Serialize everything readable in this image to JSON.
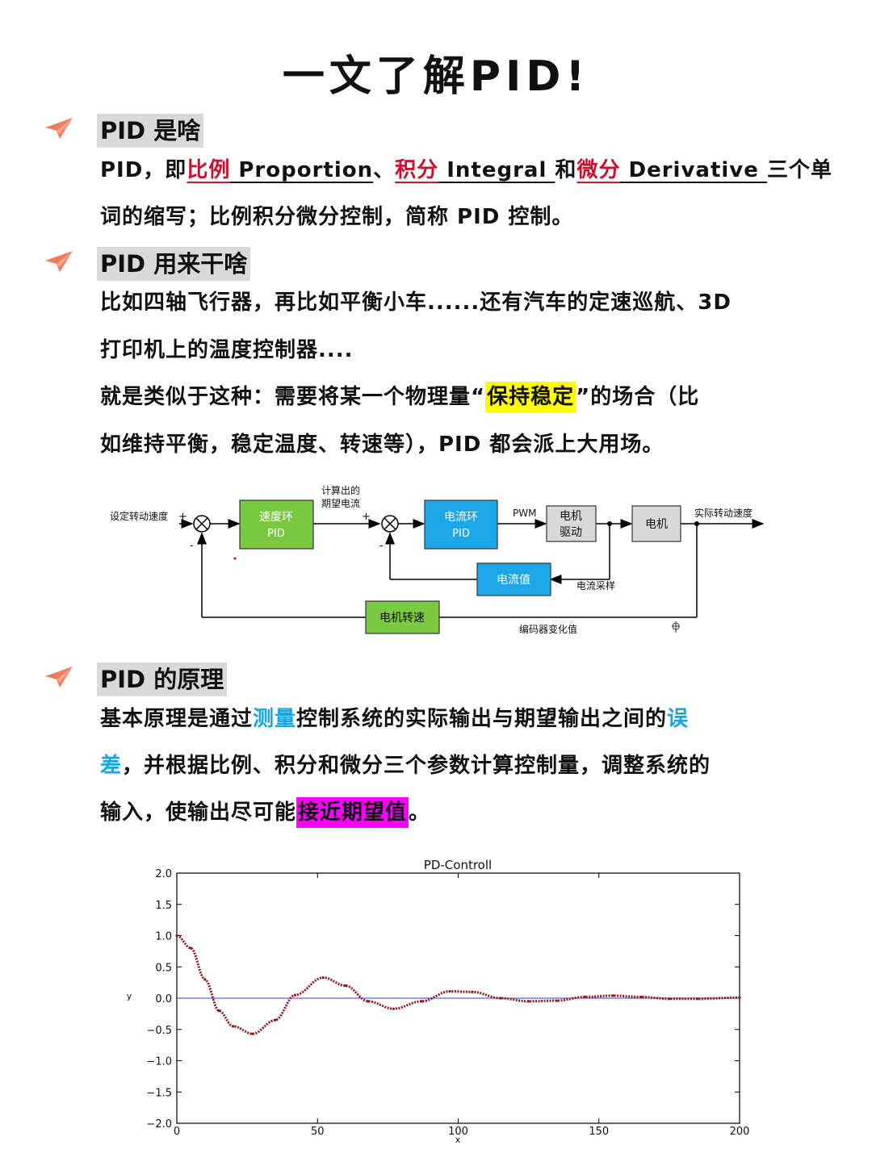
{
  "title": "一文了解PID!",
  "sections": [
    {
      "heading": "PID 是啥",
      "line1": {
        "p0": "PID，即",
        "w1": "比例",
        "e1": " Proportion",
        "s1": "、",
        "w2": "积分",
        "e2": " Integral ",
        "s2": "和",
        "w3": "微分",
        "e3": " Derivative ",
        "tail": "三个单"
      },
      "line2": "词的缩写；比例积分微分控制，简称 PID 控制。"
    },
    {
      "heading": "PID 用来干啥",
      "line1": "比如四轴飞行器，再比如平衡小车......还有汽车的定速巡航、3D",
      "line2": "打印机上的温度控制器....",
      "line3": {
        "pre": "就是类似于这种：需要将某一个物理量“",
        "hl": "保持稳定",
        "post": "”的场合（比"
      },
      "line4": "如维持平衡，稳定温度、转速等），PID 都会派上大用场。"
    },
    {
      "heading": "PID 的原理",
      "line1": {
        "pre": "基本原理是通过",
        "c1": "测量",
        "mid": "控制系统的实际输出与期望输出之间的",
        "c2": "误"
      },
      "line2": {
        "c3": "差",
        "post": "，并根据比例、积分和微分三个参数计算控制量，调整系统的"
      },
      "line3": {
        "pre": "输入，使输出尽可能",
        "hl": "接近期望值",
        "post": "。"
      }
    }
  ],
  "diagram": {
    "input_label": "设定转动速度",
    "plus": "+",
    "minus": "-",
    "speed_pid": [
      "速度环",
      "PID"
    ],
    "current_expect": [
      "计算出的",
      "期望电流"
    ],
    "current_pid": [
      "电流环",
      "PID"
    ],
    "pwm": "PWM",
    "driver": [
      "电机",
      "驱动"
    ],
    "motor": "电机",
    "output_label": "实际转动速度",
    "current_value": "电流值",
    "current_sample": "电流采样",
    "motor_speed": "电机转速",
    "encoder": "编码器变化值",
    "colors": {
      "green": "#7ac943",
      "blue": "#1ea7e8",
      "gray": "#d9d9d9"
    }
  },
  "chart_data": {
    "type": "line",
    "title": "PD-Controll",
    "xlabel": "x",
    "ylabel": "y",
    "xlim": [
      0,
      200
    ],
    "ylim": [
      -2.0,
      2.0
    ],
    "xticks": [
      "0",
      "50",
      "100",
      "150",
      "200"
    ],
    "yticks": [
      "2.0",
      "1.5",
      "1.0",
      "0.5",
      "0.0",
      "−0.5",
      "−1.0",
      "−1.5",
      "−2.0"
    ],
    "reference": {
      "y": 0.0,
      "color": "#3b3bd6"
    },
    "series_color": "#8b1a1a",
    "series": [
      {
        "x": [
          0,
          5,
          10,
          15,
          20,
          27,
          35,
          42,
          52,
          60,
          68,
          77,
          87,
          97,
          105,
          115,
          125,
          135,
          145,
          155,
          165,
          175,
          185,
          200
        ],
        "y": [
          1.0,
          0.8,
          0.3,
          -0.2,
          -0.45,
          -0.57,
          -0.35,
          0.05,
          0.33,
          0.2,
          -0.05,
          -0.17,
          -0.05,
          0.11,
          0.1,
          0.0,
          -0.05,
          -0.04,
          0.02,
          0.04,
          0.02,
          -0.01,
          -0.01,
          0.01
        ]
      }
    ]
  }
}
